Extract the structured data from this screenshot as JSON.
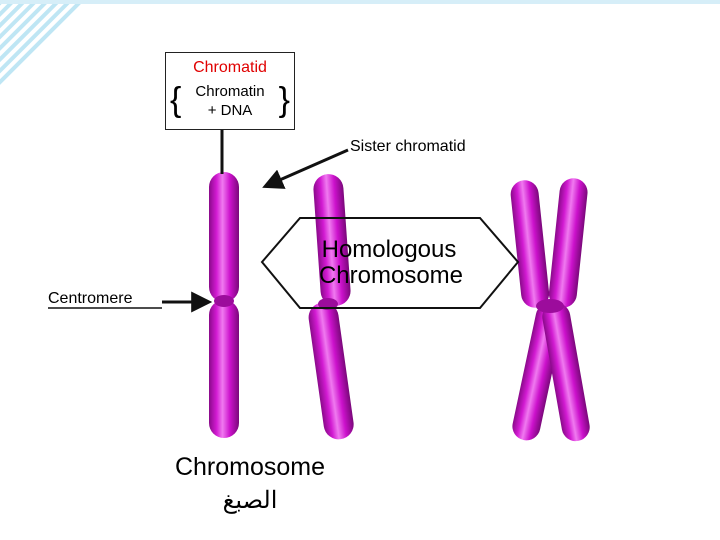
{
  "chromatid_box": {
    "title": "Chromatid",
    "brace_left": "{",
    "brace_right": "}",
    "line1": "Chromatin",
    "line2": "+ DNA"
  },
  "labels": {
    "sister_chromatid": "Sister chromatid",
    "centromere": "Centromere",
    "homologous_line1": "Homologous",
    "homologous_line2": "Chromosome",
    "chromosome": "Chromosome",
    "chromosome_arabic": "الصبغ"
  },
  "colors": {
    "chromosome_fill": "#cc11cc",
    "chromosome_highlight": "#f07af0",
    "chromosome_shadow": "#8a0a8a",
    "corner_accent": "#bfe6f4",
    "arrow": "#111111",
    "title_text": "#e00000"
  },
  "icons": {
    "corner_decoration": "diagonal-stripes-corner"
  }
}
